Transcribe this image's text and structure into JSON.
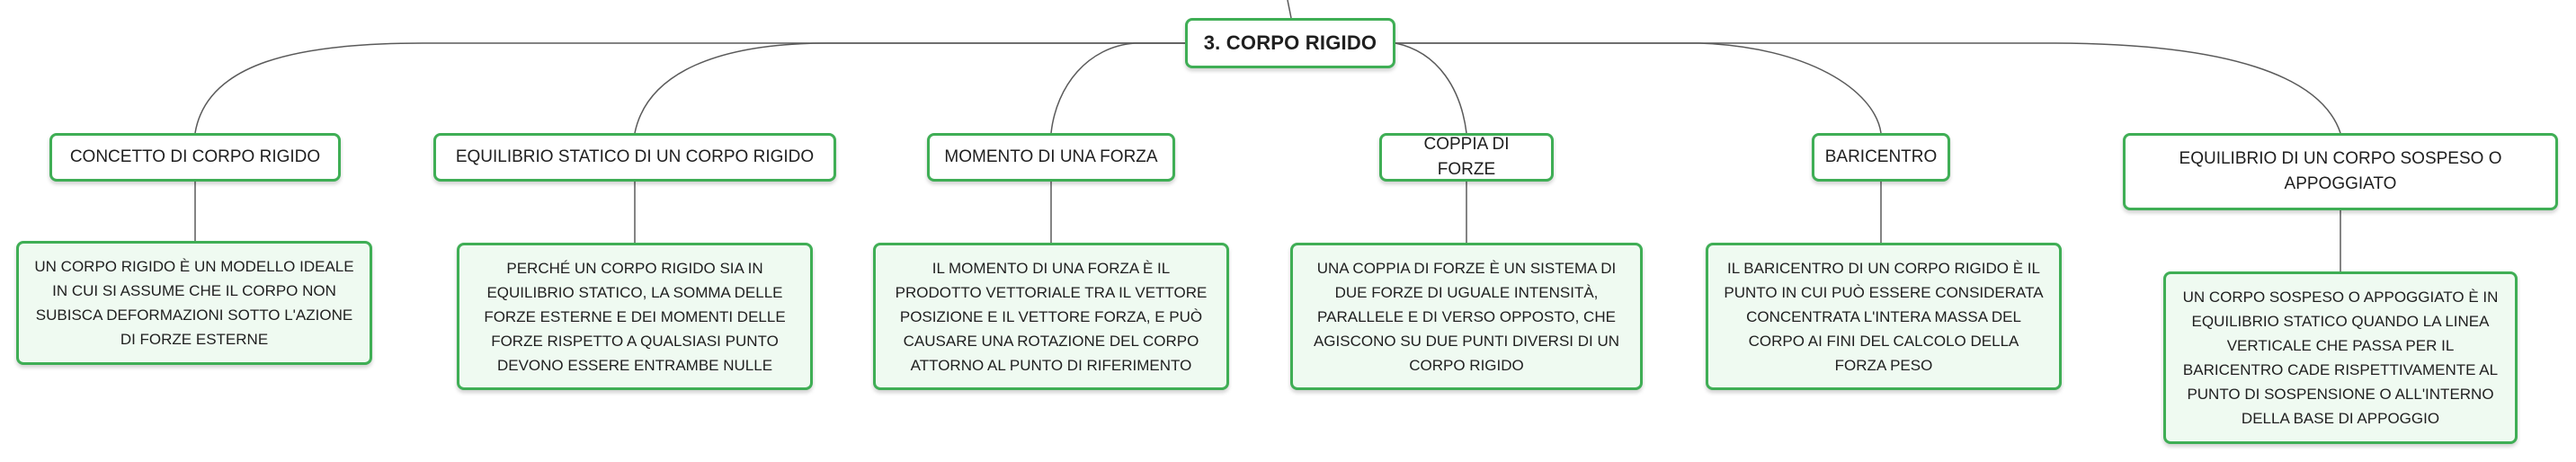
{
  "root": {
    "title": "3. CORPO RIGIDO"
  },
  "topics": [
    {
      "label": "CONCETTO DI CORPO RIGIDO",
      "note": "UN CORPO RIGIDO È UN MODELLO IDEALE IN CUI SI ASSUME CHE IL CORPO NON SUBISCA DEFORMAZIONI SOTTO L'AZIONE DI FORZE ESTERNE"
    },
    {
      "label": "EQUILIBRIO STATICO DI UN CORPO RIGIDO",
      "note": "PERCHÉ UN CORPO RIGIDO SIA IN EQUILIBRIO STATICO, LA SOMMA DELLE FORZE ESTERNE E DEI MOMENTI DELLE FORZE RISPETTO A QUALSIASI PUNTO DEVONO ESSERE ENTRAMBE NULLE"
    },
    {
      "label": "MOMENTO DI UNA FORZA",
      "note": "IL MOMENTO DI UNA FORZA È IL PRODOTTO VETTORIALE TRA IL VETTORE POSIZIONE E IL VETTORE FORZA, E PUÒ CAUSARE UNA ROTAZIONE DEL CORPO ATTORNO AL PUNTO DI RIFERIMENTO"
    },
    {
      "label": "COPPIA DI FORZE",
      "note": "UNA COPPIA DI FORZE È UN SISTEMA DI DUE FORZE DI UGUALE INTENSITÀ, PARALLELE E DI VERSO OPPOSTO, CHE AGISCONO SU DUE PUNTI DIVERSI DI UN CORPO RIGIDO"
    },
    {
      "label": "BARICENTRO",
      "note": "IL BARICENTRO DI UN CORPO RIGIDO È IL PUNTO IN CUI PUÒ ESSERE CONSIDERATA CONCENTRATA L'INTERA MASSA DEL CORPO AI FINI DEL CALCOLO DELLA FORZA PESO"
    },
    {
      "label": "EQUILIBRIO DI UN CORPO SOSPESO O APPOGGIATO",
      "note": "UN CORPO SOSPESO O APPOGGIATO È IN EQUILIBRIO STATICO QUANDO LA LINEA VERTICALE CHE PASSA PER IL BARICENTRO CADE RISPETTIVAMENTE AL PUNTO DI SOSPENSIONE O ALL'INTERNO DELLA BASE DI APPOGGIO"
    }
  ],
  "colors": {
    "border": "#3fae55",
    "note_fill": "#effaf1",
    "line": "#5a5a5a"
  }
}
